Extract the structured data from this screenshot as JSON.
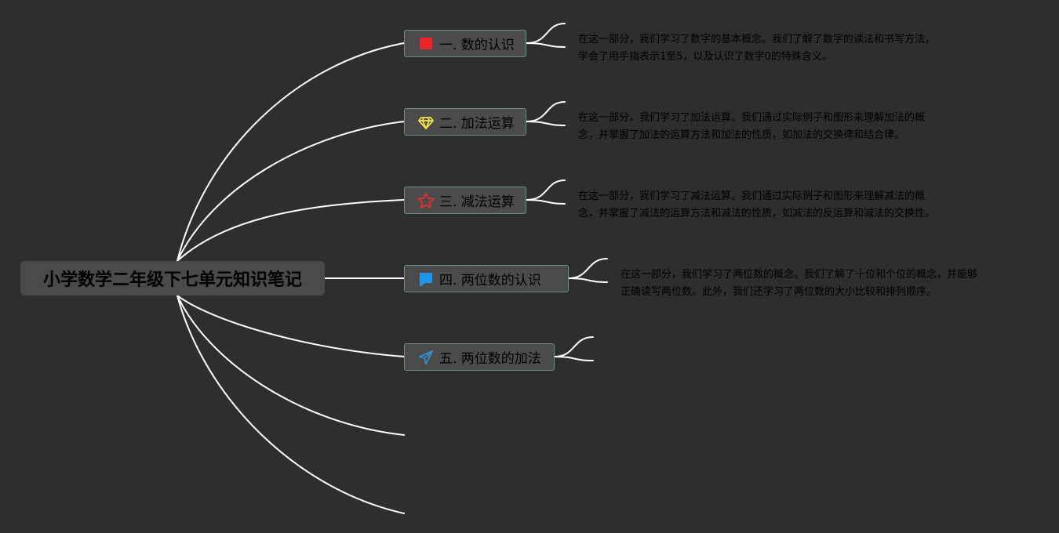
{
  "root": {
    "title": "小学数学二年级下七单元知识笔记"
  },
  "topics": [
    {
      "label": "一. 数的认识",
      "icon": "red-flag-icon",
      "note": [
        "在这一部分，我们学习了数字的基本概念。我们了解了数字的读法和书写方法，",
        "学会了用手指表示1至5，以及认识了数字0的特殊含义。"
      ]
    },
    {
      "label": "二. 加法运算",
      "icon": "yellow-diamond-icon",
      "note": [
        "在这一部分，我们学习了加法运算。我们通过实际例子和图形来理解加法的概",
        "念，并掌握了加法的运算方法和加法的性质，如加法的交换律和结合律。"
      ]
    },
    {
      "label": "三. 减法运算",
      "icon": "red-star-icon",
      "note": [
        "在这一部分，我们学习了减法运算。我们通过实际例子和图形来理解减法的概",
        "念，并掌握了减法的运算方法和减法的性质，如减法的反运算和减法的交换性。"
      ]
    },
    {
      "label": "四. 两位数的认识",
      "icon": "blue-flag-icon",
      "note": [
        "在这一部分，我们学习了两位数的概念。我们了解了十位和个位的概念，并能够",
        "正确读写两位数。此外，我们还学习了两位数的大小比较和排列顺序。"
      ]
    },
    {
      "label": "五. 两位数的加法",
      "icon": "blue-paper-plane-icon",
      "note": []
    }
  ],
  "colors": {
    "background": "#2e2e2e",
    "line": "#ffffff",
    "node_fill": "#4b4b4b",
    "node_border": "#6e8f7e",
    "flag_red": "#e8262a",
    "diamond_yellow": "#f2e34a",
    "star_red": "#d6332f",
    "flag_blue": "#1e96e8",
    "plane_blue": "#2f8fd0"
  }
}
